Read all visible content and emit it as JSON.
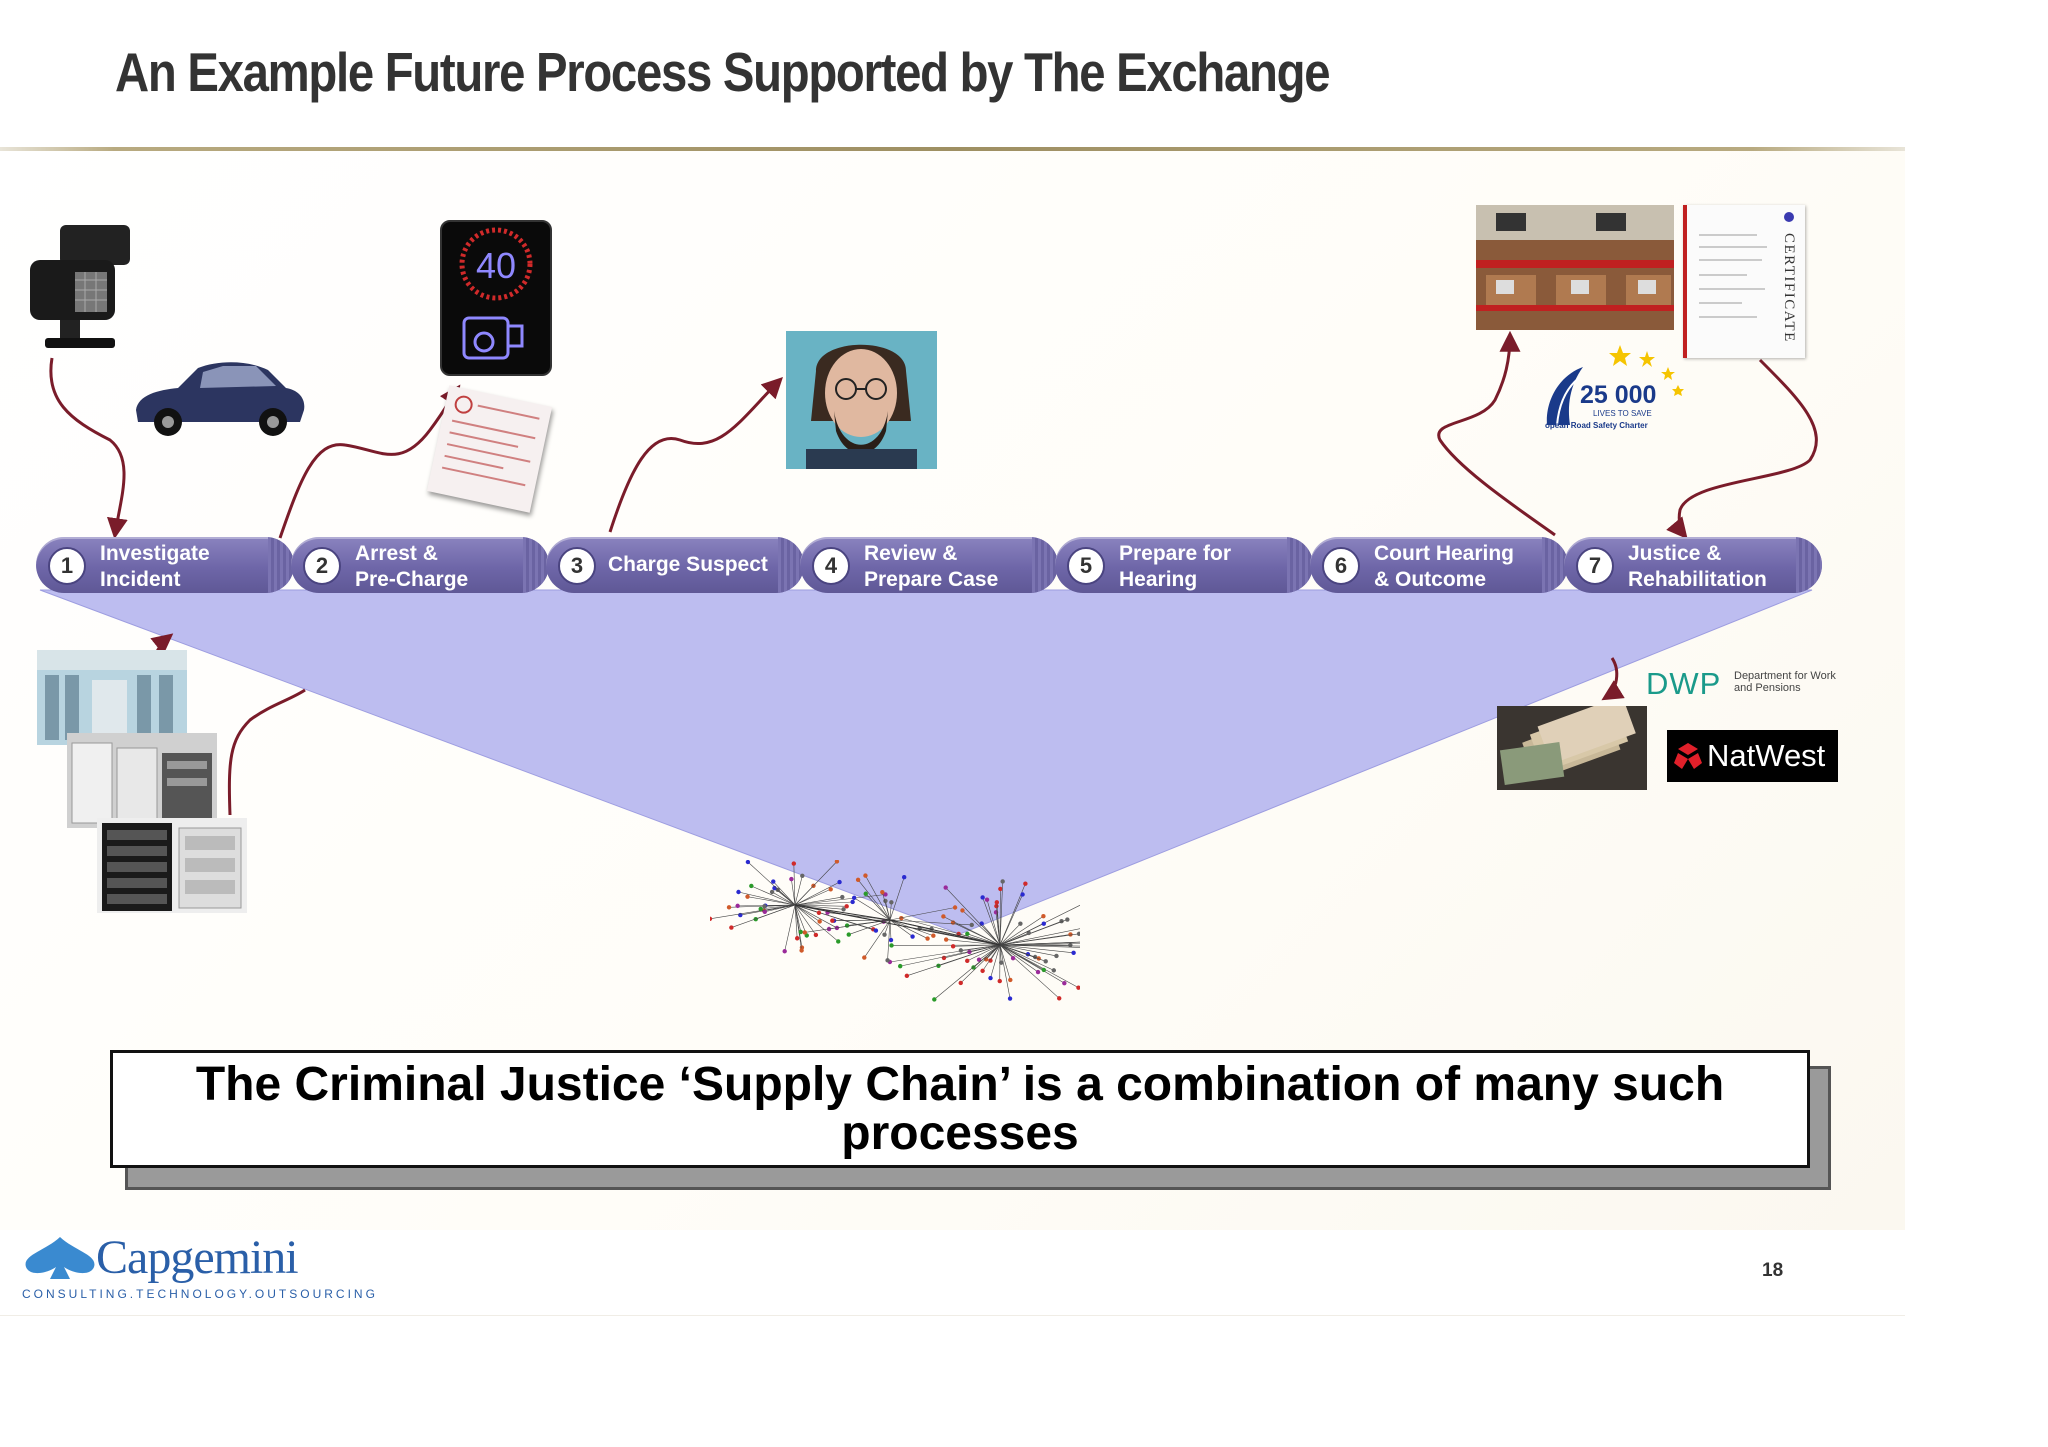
{
  "title": "An Example Future Process Supported by The Exchange",
  "process_steps": [
    {
      "number": "1",
      "label": "Investigate\nIncident"
    },
    {
      "number": "2",
      "label": "Arrest &\nPre-Charge"
    },
    {
      "number": "3",
      "label": "Charge Suspect"
    },
    {
      "number": "4",
      "label": "Review &\nPrepare Case"
    },
    {
      "number": "5",
      "label": "Prepare for\nHearing"
    },
    {
      "number": "6",
      "label": "Court Hearing\n& Outcome"
    },
    {
      "number": "7",
      "label": "Justice &\nRehabilitation"
    }
  ],
  "images": {
    "speed_sign_value": "40",
    "road_safety_number": "25 000",
    "road_safety_line1": "LIVES TO SAVE",
    "road_safety_line2": "opean Road Safety Charter",
    "certificate_label": "CERTIFICATE",
    "dwp_logo": "DWP",
    "dwp_name": "Department for Work and Pensions",
    "natwest_logo": "NatWest"
  },
  "callout": "The Criminal Justice ‘Supply Chain’ is a combination of many such processes",
  "footer": {
    "company": "Capgemini",
    "tagline": "CONSULTING.TECHNOLOGY.OUTSOURCING",
    "page_number": "18"
  },
  "colors": {
    "funnel": "#bdbdf0",
    "step_fill": "#6e66a8",
    "arrow": "#7a1c2a",
    "title": "#333333"
  }
}
